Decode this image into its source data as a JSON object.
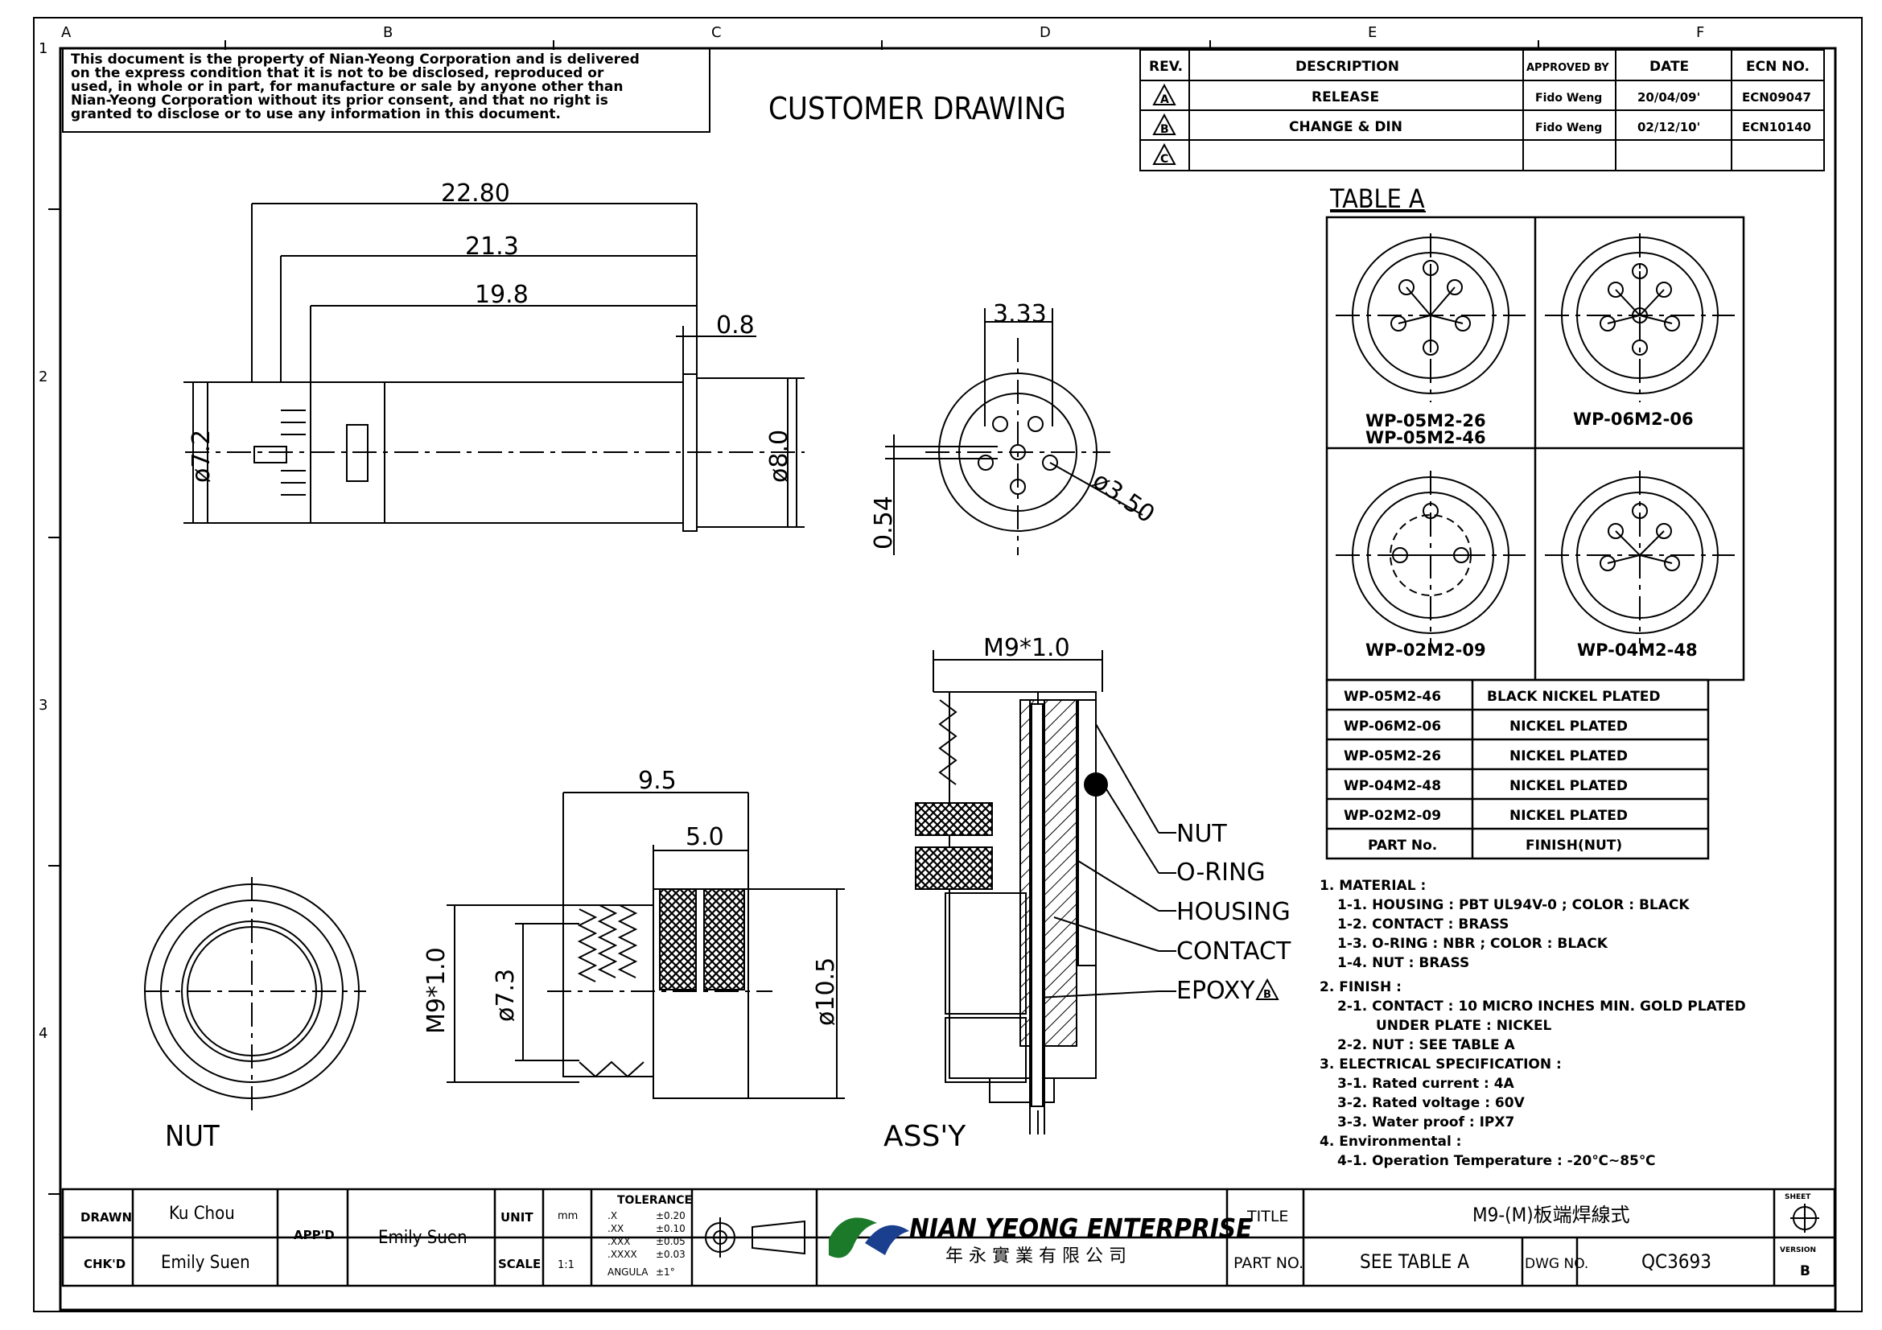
{
  "grid": {
    "columns": [
      "A",
      "B",
      "C",
      "D",
      "E",
      "F"
    ],
    "rows": [
      "1",
      "2",
      "3",
      "4"
    ]
  },
  "notice": [
    "This document is the property of Nian-Yeong Corporation and is delivered",
    "on  the  express condition that it is not to be disclosed, reproduced or",
    "used, in whole or in part, for manufacture or sale by anyone other than",
    "Nian-Yeong Corporation without  its prior consent, and that  no right  is",
    "granted to disclose or to use any information in this  document."
  ],
  "drawing_title": "CUSTOMER  DRAWING",
  "revision_table": {
    "headers": {
      "rev": "REV.",
      "description": "DESCRIPTION",
      "approved": "APPROVED BY",
      "date": "DATE",
      "ecn": "ECN NO."
    },
    "rows": [
      {
        "rev": "A",
        "description": "RELEASE",
        "approved": "Fido Weng",
        "date": "20/04/09'",
        "ecn": "ECN09047"
      },
      {
        "rev": "B",
        "description": "CHANGE & DIN",
        "approved": "Fido Weng",
        "date": "02/12/10'",
        "ecn": "ECN10140"
      },
      {
        "rev": "C",
        "description": "",
        "approved": "",
        "date": "",
        "ecn": ""
      }
    ]
  },
  "side_view_dims": {
    "d1": "22.80",
    "d2": "21.3",
    "d3": "19.8",
    "d4": "0.8",
    "dia_left": "ø7.2",
    "dia_right": "ø8.0"
  },
  "front_view_dims": {
    "d1": "3.33",
    "d2": "0.54",
    "d3": "ø3.50"
  },
  "table_a": {
    "title": "TABLE A",
    "cells": [
      {
        "label": "WP-05M2-26",
        "label2": "WP-05M2-46"
      },
      {
        "label": "WP-06M2-06",
        "label2": ""
      },
      {
        "label": "WP-02M2-09",
        "label2": ""
      },
      {
        "label": "WP-04M2-48",
        "label2": ""
      }
    ]
  },
  "finish_table": {
    "rows": [
      {
        "part": "WP-05M2-46",
        "finish": "BLACK NICKEL PLATED"
      },
      {
        "part": "WP-06M2-06",
        "finish": "NICKEL PLATED"
      },
      {
        "part": "WP-05M2-26",
        "finish": "NICKEL PLATED"
      },
      {
        "part": "WP-04M2-48",
        "finish": "NICKEL PLATED"
      },
      {
        "part": "WP-02M2-09",
        "finish": "NICKEL PLATED"
      }
    ],
    "header": {
      "part": "PART No.",
      "finish": "FINISH(NUT)"
    }
  },
  "notes": [
    "1. MATERIAL :",
    "1-1. HOUSING : PBT UL94V-0 ; COLOR : BLACK",
    "1-2. CONTACT : BRASS",
    "1-3. O-RING : NBR ; COLOR : BLACK",
    "1-4. NUT : BRASS",
    "2. FINISH :",
    "2-1. CONTACT : 10 MICRO INCHES MIN. GOLD PLATED",
    "UNDER PLATE : NICKEL",
    "2-2. NUT : SEE TABLE A",
    "3. ELECTRICAL SPECIFICATION :",
    "3-1. Rated current : 4A",
    "3-2. Rated voltage : 60V",
    "3-3. Water proof : IPX7",
    "4. Environmental :",
    "4-1. Operation Temperature : -20℃~85℃"
  ],
  "nut_view": {
    "label": "NUT",
    "d1": "9.5",
    "d2": "5.0",
    "d3": "M9*1.0",
    "d4": "ø7.3",
    "d5": "ø10.5"
  },
  "assy_view": {
    "label": "ASS'Y",
    "dim": "M9*1.0",
    "callouts": [
      "NUT",
      "O-RING",
      "HOUSING",
      "CONTACT",
      "EPOXY"
    ],
    "epoxy_rev": "B"
  },
  "title_block": {
    "drawn_label": "DRAWN",
    "drawn": "Ku Chou",
    "chkd_label": "CHK'D",
    "chkd": "Emily Suen",
    "appd_label": "APP'D",
    "appd": "Emily Suen",
    "unit_label": "UNIT",
    "unit": "mm",
    "scale_label": "SCALE",
    "scale": "1:1",
    "tolerance_title": "TOLERANCE",
    "tolerances": [
      {
        "k": ".X",
        "v": "±0.20"
      },
      {
        "k": ".XX",
        "v": "±0.10"
      },
      {
        "k": ".XXX",
        "v": "±0.05"
      },
      {
        "k": ".XXXX",
        "v": "±0.03"
      },
      {
        "k": "ANGULA",
        "v": "±1°"
      }
    ],
    "company": "NIAN YEONG ENTERPRISE",
    "company_cn": "年 永 實 業 有 限 公 司",
    "title_label": "TITLE",
    "title": "M9-(M)板端焊線式",
    "partno_label": "PART NO.",
    "partno": "SEE TABLE A",
    "dwgno_label": "DWG NO.",
    "dwgno": "QC3693",
    "sheet_label": "SHEET",
    "version_label": "VERSION",
    "version": "B"
  }
}
